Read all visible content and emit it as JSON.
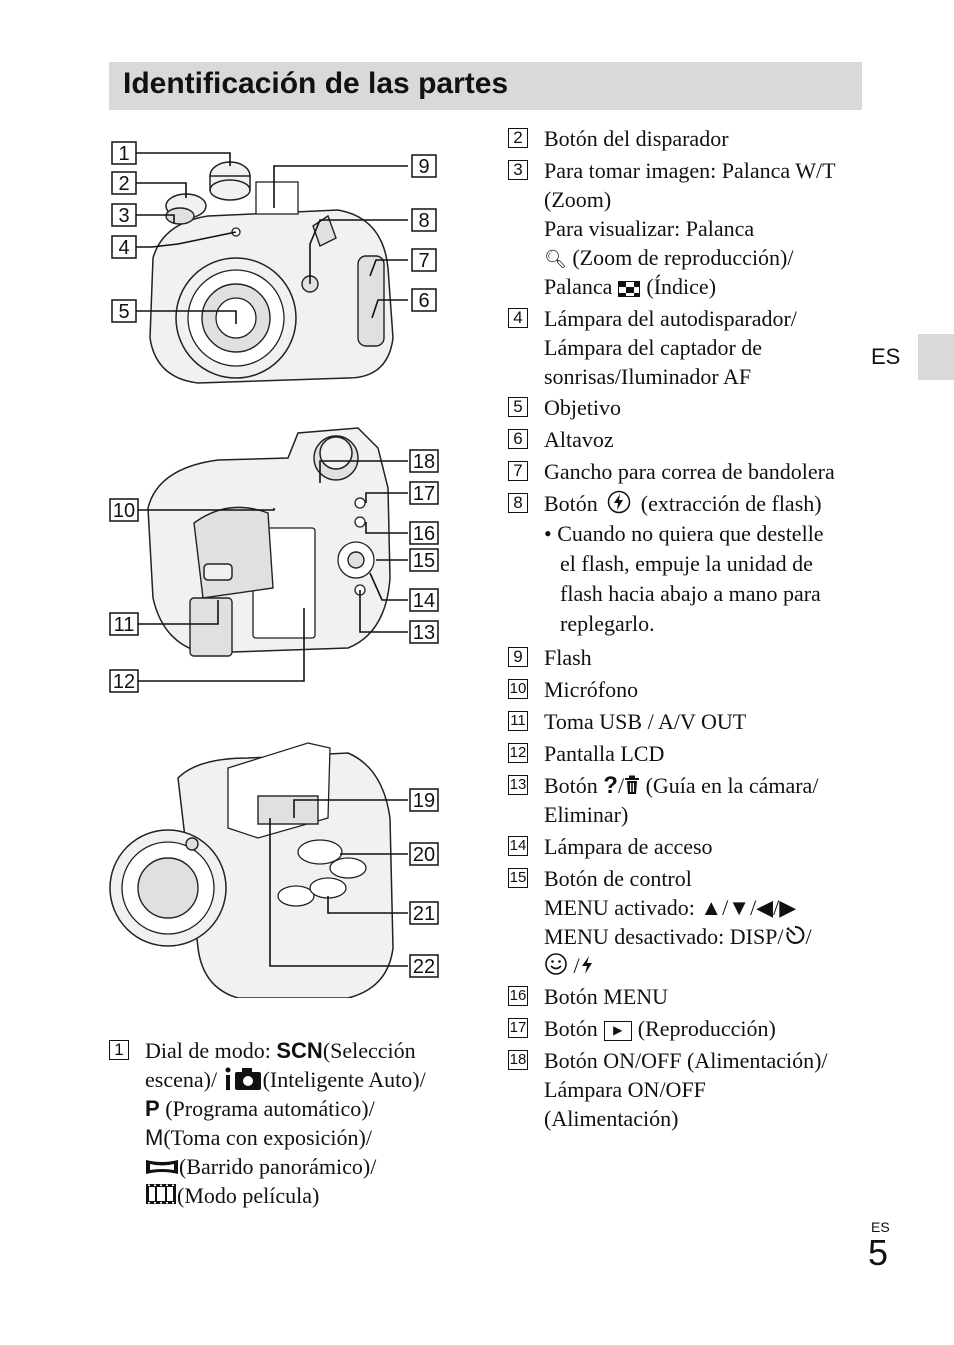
{
  "header": {
    "title": "Identificación de las partes"
  },
  "side_tab": {
    "lang": "ES"
  },
  "callouts": [
    "1",
    "2",
    "3",
    "4",
    "5",
    "6",
    "7",
    "8",
    "9",
    "10",
    "11",
    "12",
    "13",
    "14",
    "15",
    "16",
    "17",
    "18",
    "19",
    "20",
    "21",
    "22"
  ],
  "left_item": {
    "num": "1",
    "line1": "Dial de modo:",
    "scn": "SCN",
    "line1b": "(Selección",
    "line2": "escena)/",
    "line2b": "(Inteligente Auto)/",
    "p": "P",
    "line3": "(Programa automático)/",
    "m": "M",
    "line4": "(Toma con exposición)/",
    "line5": "(Barrido panorámico)/",
    "line6": "(Modo película)"
  },
  "items": {
    "i2": {
      "num": "2",
      "line1": "Botón del disparador"
    },
    "i3": {
      "num": "3",
      "line1": "Para tomar imagen: Palanca W/T",
      "line2": "(Zoom)",
      "line3": "Para visualizar: Palanca",
      "line4": "(Zoom de reproducción)/",
      "line5a": "Palanca",
      "line5b": "(Índice)"
    },
    "i4": {
      "num": "4",
      "line1": "Lámpara del autodisparador/",
      "line2": "Lámpara del captador de",
      "line3": "sonrisas/Iluminador AF"
    },
    "i5": {
      "num": "5",
      "line1": "Objetivo"
    },
    "i6": {
      "num": "6",
      "line1": "Altavoz"
    },
    "i7": {
      "num": "7",
      "line1": "Gancho para correa de bandolera"
    },
    "i8": {
      "num": "8",
      "line1a": "Botón",
      "line1b": "(extracción de flash)",
      "bullet1": "• Cuando no quiera que destelle",
      "bullet2": "el flash, empuje la unidad de",
      "bullet3": "flash hacia abajo a mano para",
      "bullet4": "replegarlo."
    },
    "i9": {
      "num": "9",
      "line1": "Flash"
    },
    "i10": {
      "num": "10",
      "line1": "Micrófono"
    },
    "i11": {
      "num": "11",
      "line1": "Toma USB / A/V OUT"
    },
    "i12": {
      "num": "12",
      "line1": "Pantalla LCD"
    },
    "i13": {
      "num": "13",
      "line1a": "Botón",
      "line1b": "(Guía en la cámara/",
      "line2": "Eliminar)"
    },
    "i14": {
      "num": "14",
      "line1": "Lámpara de acceso"
    },
    "i15": {
      "num": "15",
      "line1": "Botón de control",
      "line2": "MENU activado: ▲/▼/◀/▶",
      "line3": "MENU desactivado: DISP/",
      "line4": "/"
    },
    "i16": {
      "num": "16",
      "line1": "Botón MENU"
    },
    "i17": {
      "num": "17",
      "line1a": "Botón",
      "line1b": "(Reproducción)"
    },
    "i18": {
      "num": "18",
      "line1": "Botón ON/OFF (Alimentación)/",
      "line2": "Lámpara ON/OFF",
      "line3": "(Alimentación)"
    }
  },
  "footer": {
    "lang": "ES",
    "page": "5"
  }
}
